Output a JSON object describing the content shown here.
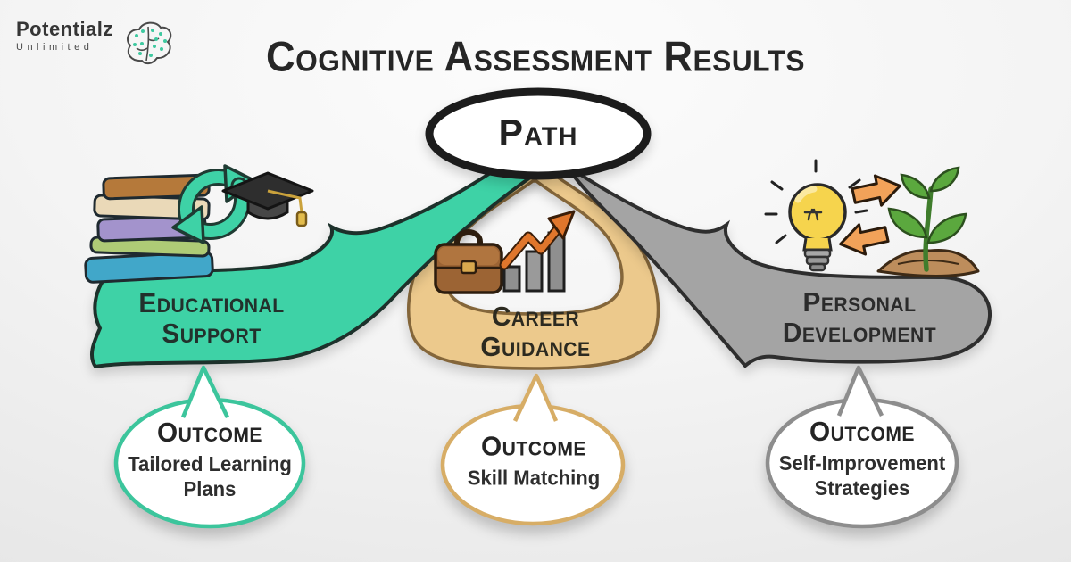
{
  "logo": {
    "brand": "Potentialz",
    "subtitle": "Unlimited",
    "icon": "brain-icon"
  },
  "title": "Cognitive Assessment Results",
  "root": {
    "label": "Path"
  },
  "branches": [
    {
      "name": "Educational Support",
      "label_line1": "Educational",
      "label_line2": "Support",
      "icons": [
        "books-icon",
        "cycle-arrows-icon",
        "graduation-cap-icon"
      ],
      "outcome": {
        "title": "Outcome",
        "line1": "Tailored Learning",
        "line2": "Plans"
      }
    },
    {
      "name": "Career Guidance",
      "label_line1": "Career",
      "label_line2": "Guidance",
      "icons": [
        "briefcase-icon",
        "growth-chart-icon"
      ],
      "outcome": {
        "title": "Outcome",
        "line1": "Skill Matching",
        "line2": ""
      }
    },
    {
      "name": "Personal Development",
      "label_line1": "Personal",
      "label_line2": "Development",
      "icons": [
        "lightbulb-icon",
        "exchange-arrows-icon",
        "plant-icon"
      ],
      "outcome": {
        "title": "Outcome",
        "line1": "Self-Improvement",
        "line2": "Strategies"
      }
    }
  ],
  "colors": {
    "teal": "#3ed2a6",
    "teal-stroke": "#1d312b",
    "teal-border": "#3cc59c",
    "tan": "#ecc98c",
    "tan-stroke": "#84663a",
    "tan-border": "#d7ad66",
    "gray": "#a4a4a4",
    "gray-stroke": "#2e2e2e",
    "gray-border": "#8d8d8d",
    "ink": "#262626",
    "orange": "#e0762c",
    "arrow-orange": "#f2a259",
    "bulb-yellow": "#f6d44d",
    "leaf-green": "#5ba83e",
    "soil-brown": "#bd8d5c",
    "case-brown": "#9c6434",
    "white": "#ffffff"
  }
}
